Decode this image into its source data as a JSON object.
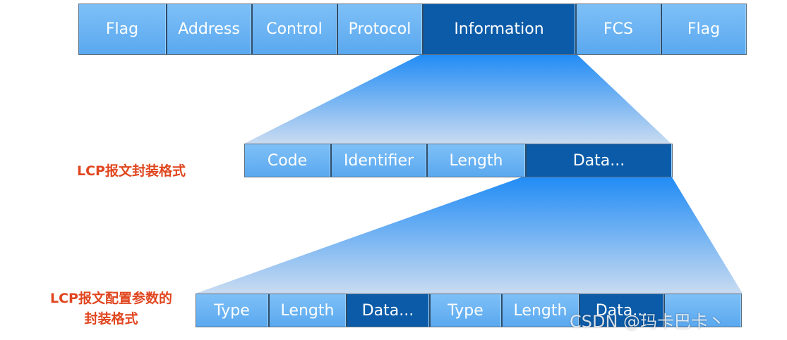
{
  "ppp_frame": {
    "fields": [
      {
        "label": "Flag",
        "highlight": false
      },
      {
        "label": "Address",
        "highlight": false
      },
      {
        "label": "Control",
        "highlight": false
      },
      {
        "label": "Protocol",
        "highlight": false
      },
      {
        "label": "Information",
        "highlight": true
      },
      {
        "label": "FCS",
        "highlight": false
      },
      {
        "label": "Flag",
        "highlight": false
      }
    ]
  },
  "lcp_packet": {
    "label": "LCP报文封装格式",
    "fields": [
      {
        "label": "Code",
        "highlight": false
      },
      {
        "label": "Identifier",
        "highlight": false
      },
      {
        "label": "Length",
        "highlight": false
      },
      {
        "label": "Data...",
        "highlight": true
      }
    ]
  },
  "lcp_options": {
    "label_line1": "LCP报文配置参数的",
    "label_line2": "封装格式",
    "fields": [
      {
        "label": "Type",
        "highlight": false
      },
      {
        "label": "Length",
        "highlight": false
      },
      {
        "label": "Data...",
        "highlight": true
      },
      {
        "label": "Type",
        "highlight": false
      },
      {
        "label": "Length",
        "highlight": false
      },
      {
        "label": "Data...",
        "highlight": true
      },
      {
        "label": "",
        "highlight": false
      }
    ]
  },
  "watermark": "CSDN @玛卡巴卡丶",
  "colors": {
    "field_light": "#6fb6f4",
    "field_dark": "#0b5ba8",
    "label_red": "#e0461f"
  }
}
